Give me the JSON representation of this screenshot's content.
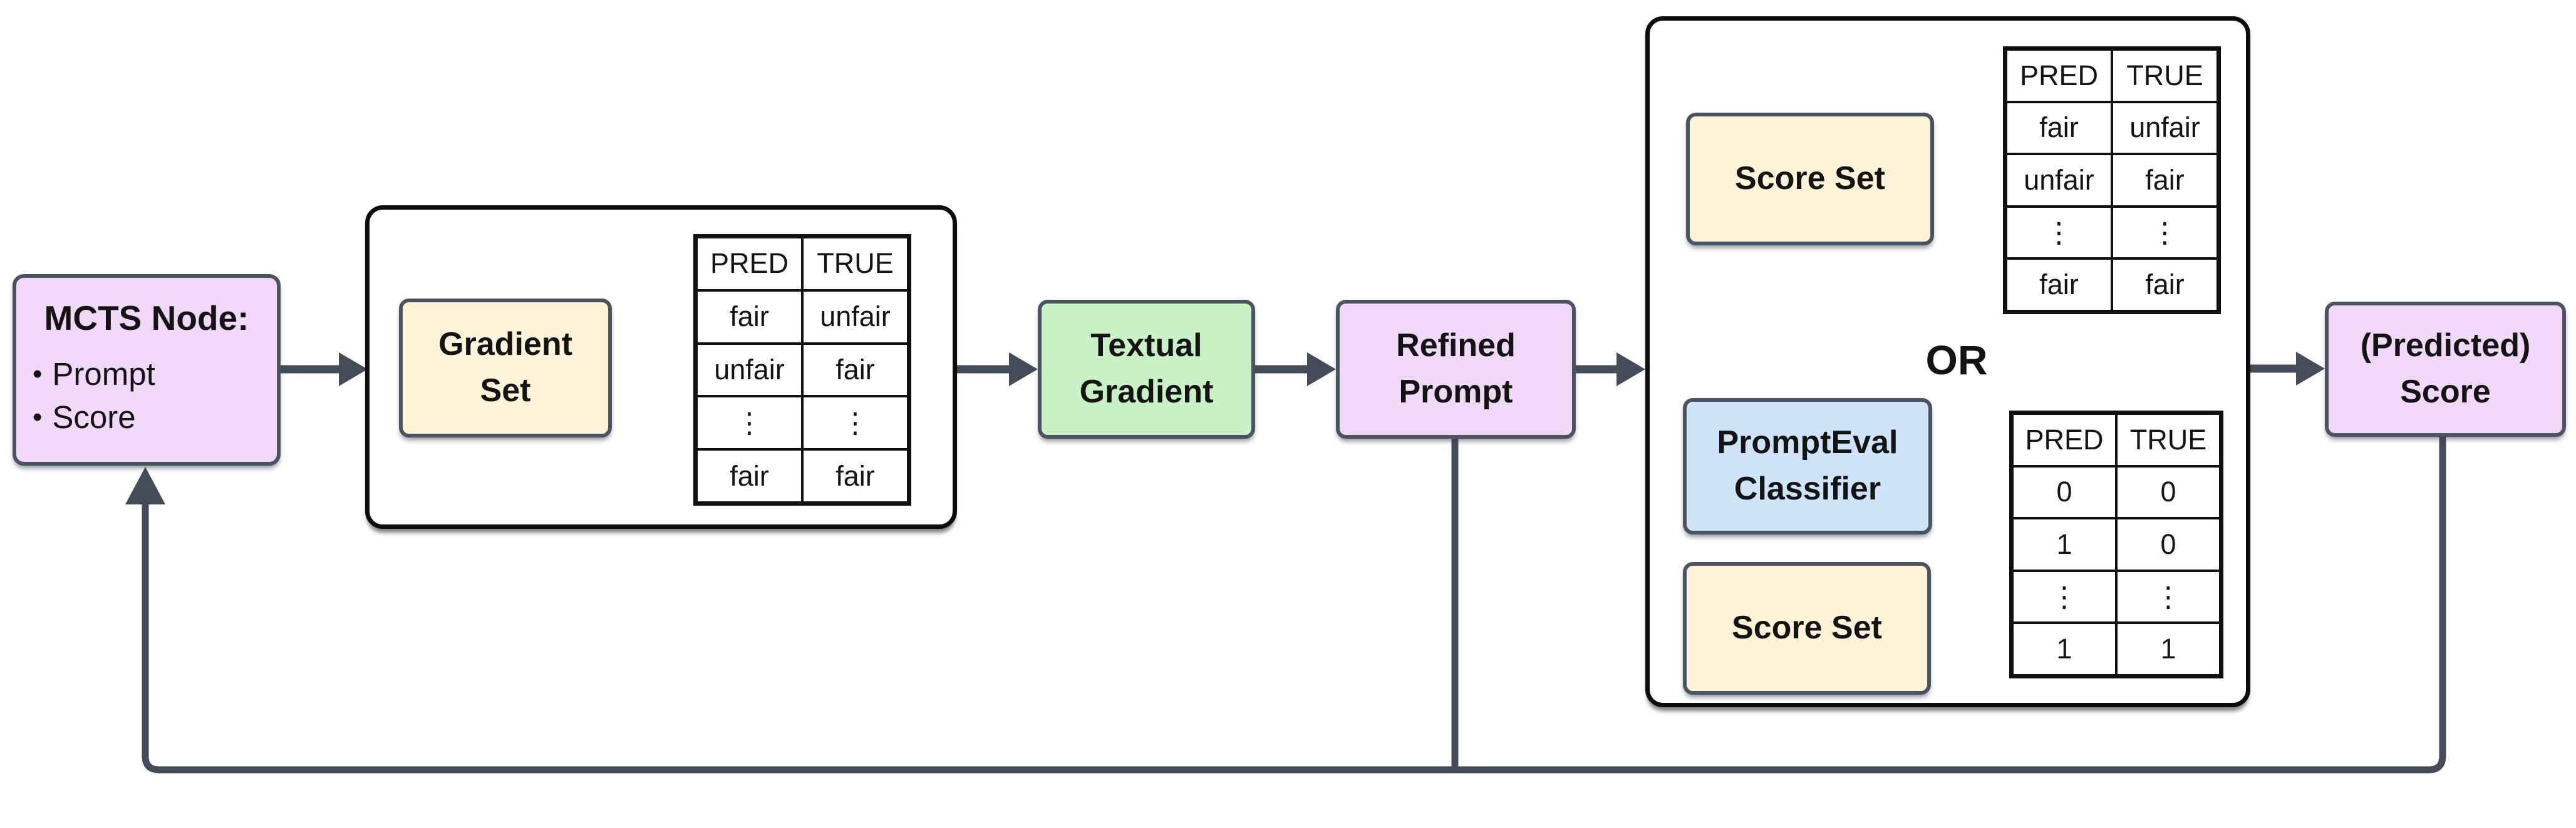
{
  "diagram": {
    "title_semantic": "MCTS prompt-refinement loop flowchart",
    "colors": {
      "lavender": "#f1d8f9",
      "green": "#c8f2c5",
      "cream": "#fdf3d8",
      "blue": "#cfe3f9",
      "slate_border": "#4c5360",
      "black_border": "#0d0d0d",
      "arrow": "#444c59",
      "background": "#ffffff"
    },
    "nodes": {
      "mcts_node": {
        "title": "MCTS Node:",
        "bullets": [
          "Prompt",
          "Score"
        ]
      },
      "gradient_set": {
        "line1": "Gradient",
        "line2": "Set"
      },
      "textual_gradient": {
        "line1": "Textual",
        "line2": "Gradient"
      },
      "refined_prompt": {
        "line1": "Refined",
        "line2": "Prompt"
      },
      "score_set_top": {
        "label": "Score Set"
      },
      "or_label": "OR",
      "prompteval_classifier": {
        "line1": "PromptEval",
        "line2": "Classifier"
      },
      "score_set_bottom": {
        "label": "Score Set"
      },
      "predicted_score": {
        "line1": "(Predicted)",
        "line2": "Score"
      }
    },
    "tables": {
      "gradient_table": {
        "headers": [
          "PRED",
          "TRUE"
        ],
        "rows": [
          [
            "fair",
            "unfair"
          ],
          [
            "unfair",
            "fair"
          ],
          [
            "⋮",
            "⋮"
          ],
          [
            "fair",
            "fair"
          ]
        ]
      },
      "score_table_fair": {
        "headers": [
          "PRED",
          "TRUE"
        ],
        "rows": [
          [
            "fair",
            "unfair"
          ],
          [
            "unfair",
            "fair"
          ],
          [
            "⋮",
            "⋮"
          ],
          [
            "fair",
            "fair"
          ]
        ]
      },
      "score_table_binary": {
        "headers": [
          "PRED",
          "TRUE"
        ],
        "rows": [
          [
            "0",
            "0"
          ],
          [
            "1",
            "0"
          ],
          [
            "⋮",
            "⋮"
          ],
          [
            "1",
            "1"
          ]
        ]
      }
    }
  }
}
